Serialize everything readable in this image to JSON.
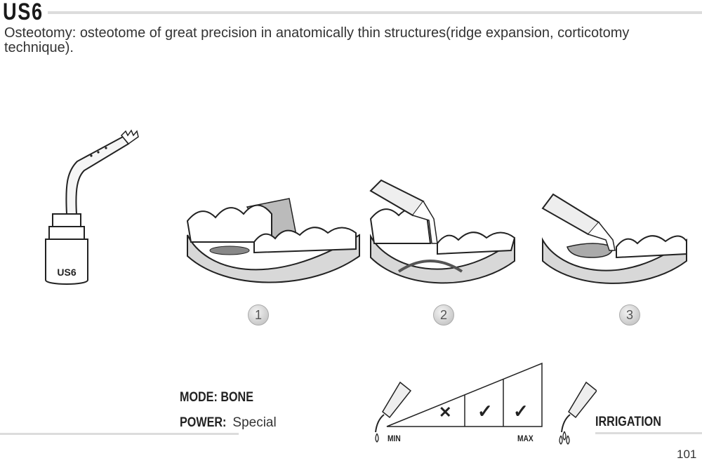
{
  "header": {
    "title": "US6",
    "description": "Osteotomy: osteotome of great precision in anatomically thin structures(ridge expansion, corticotomy technique)."
  },
  "tool": {
    "label": "US6"
  },
  "steps": [
    {
      "number": "1"
    },
    {
      "number": "2"
    },
    {
      "number": "3"
    }
  ],
  "settings": {
    "mode_label": "MODE:",
    "mode_value": "BONE",
    "power_label": "POWER:",
    "power_value": "Special"
  },
  "power_scale": {
    "min_label": "MIN",
    "max_label": "MAX",
    "levels": [
      {
        "symbol": "✕",
        "allowed": false
      },
      {
        "symbol": "✓",
        "allowed": true
      },
      {
        "symbol": "✓",
        "allowed": true
      }
    ]
  },
  "irrigation": {
    "label": "IRRIGATION"
  },
  "footer": {
    "page_number": "101"
  }
}
